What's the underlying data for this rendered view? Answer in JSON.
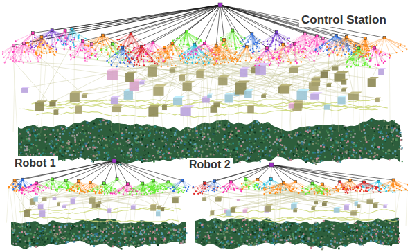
{
  "diagram": {
    "labels": [
      "Control Station",
      "Robot 1",
      "Robot 2"
    ]
  }
}
